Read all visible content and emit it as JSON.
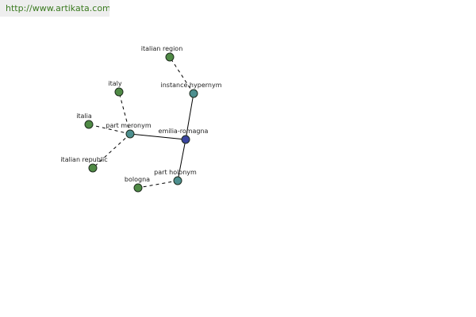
{
  "header": {
    "url_text": "http://www.artikata.com",
    "link_color": "#3a7a1f"
  },
  "graph": {
    "colors": {
      "center": "#3b45a0",
      "relation": "#4d8f8f",
      "leaf": "#4f8a45"
    },
    "nodes": [
      {
        "id": "emilia-romagna",
        "label": "emilia-romagna",
        "kind": "center"
      },
      {
        "id": "instance-hypernym",
        "label": "instance hypernym",
        "kind": "relation"
      },
      {
        "id": "part-meronym",
        "label": "part meronym",
        "kind": "relation"
      },
      {
        "id": "part-holonym",
        "label": "part holonym",
        "kind": "relation"
      },
      {
        "id": "italian-region",
        "label": "italian region",
        "kind": "leaf"
      },
      {
        "id": "italy",
        "label": "italy",
        "kind": "leaf"
      },
      {
        "id": "italia",
        "label": "italia",
        "kind": "leaf"
      },
      {
        "id": "italian-republic",
        "label": "italian republic",
        "kind": "leaf"
      },
      {
        "id": "bologna",
        "label": "bologna",
        "kind": "leaf"
      }
    ],
    "edges": [
      {
        "from": "emilia-romagna",
        "to": "instance-hypernym",
        "style": "solid"
      },
      {
        "from": "emilia-romagna",
        "to": "part-meronym",
        "style": "solid"
      },
      {
        "from": "emilia-romagna",
        "to": "part-holonym",
        "style": "solid"
      },
      {
        "from": "instance-hypernym",
        "to": "italian-region",
        "style": "dashed"
      },
      {
        "from": "part-meronym",
        "to": "italy",
        "style": "dashed"
      },
      {
        "from": "part-meronym",
        "to": "italia",
        "style": "dashed"
      },
      {
        "from": "part-meronym",
        "to": "italian-republic",
        "style": "dashed"
      },
      {
        "from": "part-holonym",
        "to": "bologna",
        "style": "dashed"
      }
    ]
  }
}
